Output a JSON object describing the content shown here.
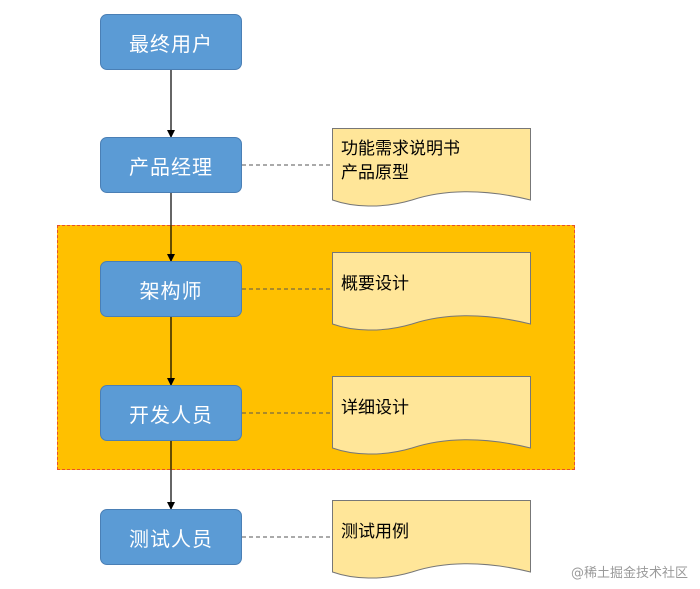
{
  "roles": [
    {
      "label": "最终用户"
    },
    {
      "label": "产品经理"
    },
    {
      "label": "架构师"
    },
    {
      "label": "开发人员"
    },
    {
      "label": "测试人员"
    }
  ],
  "documents": {
    "product_manager": {
      "lines": [
        "功能需求说明书",
        "产品原型"
      ]
    },
    "architect": {
      "lines": [
        "概要设计"
      ]
    },
    "developer": {
      "lines": [
        "详细设计"
      ]
    },
    "tester": {
      "lines": [
        "测试用例"
      ]
    }
  },
  "watermark": "@稀土掘金技术社区",
  "colors": {
    "role_box_fill": "#5B9BD5",
    "document_fill": "#FFE699",
    "highlight_region_fill": "#FFC000",
    "highlight_region_border": "#E8512A"
  }
}
